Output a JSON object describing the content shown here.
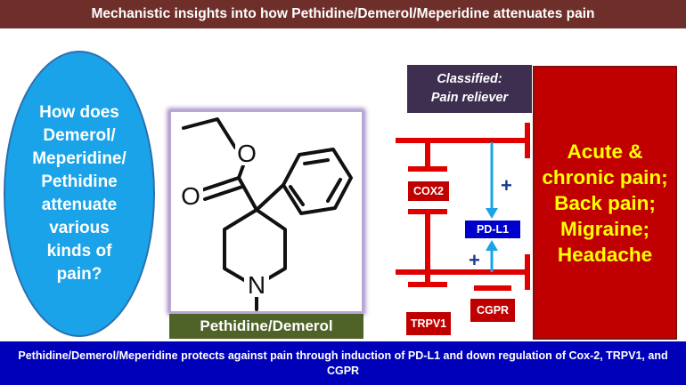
{
  "header": {
    "title": "Mechanistic insights into how Pethidine/Demerol/Meperidine attenuates pain"
  },
  "question": {
    "text": "How does Demerol/ Meperidine/ Pethidine attenuate various kinds of pain?"
  },
  "drug": {
    "label": "Pethidine/Demerol",
    "structure_atom_labels": [
      "O",
      "O",
      "N"
    ]
  },
  "classification": {
    "line1": "Classified:",
    "line2": "Pain reliever"
  },
  "outcome": {
    "text": "Acute & chronic pain; Back pain; Migraine; Headache"
  },
  "mediators": {
    "cox2": "COX2",
    "pdl1": "PD-L1",
    "trpv1": "TRPV1",
    "cgrp": "CGPR"
  },
  "signs": {
    "plus": "+"
  },
  "footer": {
    "text": "Pethidine/Demerol/Meperidine protects against pain through induction of PD-L1 and down regulation of Cox-2, TRPV1, and CGPR"
  },
  "colors": {
    "title_bg": "#6e2f2a",
    "question_bg": "#1aa3e8",
    "drug_label_bg": "#4f6228",
    "classified_bg": "#3e2f51",
    "pain_bg": "#c00000",
    "pain_text": "#ffff00",
    "inhibit_line": "#e00000",
    "activate_arrow": "#1aa3e8",
    "footer_bg": "#0000b8"
  }
}
